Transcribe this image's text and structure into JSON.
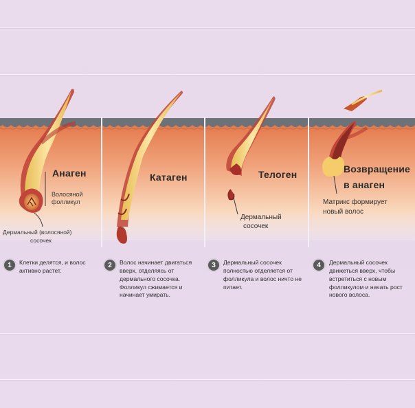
{
  "stages": [
    {
      "title": "Анаген"
    },
    {
      "title": "Катаген"
    },
    {
      "title": "Телоген"
    },
    {
      "title_line1": "Возвращение",
      "title_line2": "в анаген"
    }
  ],
  "labels": {
    "follicle": "Волосяной фолликул",
    "dermal_papilla_1": "Дермальный (волосяной)",
    "dermal_papilla_2": "сосочек",
    "telogen_papilla_1": "Дермальный",
    "telogen_papilla_2": "сосочек",
    "matrix_1": "Матрикс формирует",
    "matrix_2": "новый волос"
  },
  "steps": [
    {
      "number": "1",
      "text": "Клетки делятся, и волос активно растет."
    },
    {
      "number": "2",
      "text": "Волос начинает двигаться вверх, отделяясь от дермального сосочка. Фолликул сжимается и начинает умирать."
    },
    {
      "number": "3",
      "text": "Дермальный сосочек полностью отделяется от фолликула и волос ничто не питает."
    },
    {
      "number": "4",
      "text": "Дермальный сосочек движеться вверх, чтобы встретиться с новым фолликулом и начать рост нового волоса."
    }
  ],
  "colors": {
    "skin_top": "#e98a5e",
    "skin_bottom": "#fbe3cc",
    "epidermis": "#6e7479",
    "hair": "#f2d27a",
    "follicle": "#c0463a"
  }
}
